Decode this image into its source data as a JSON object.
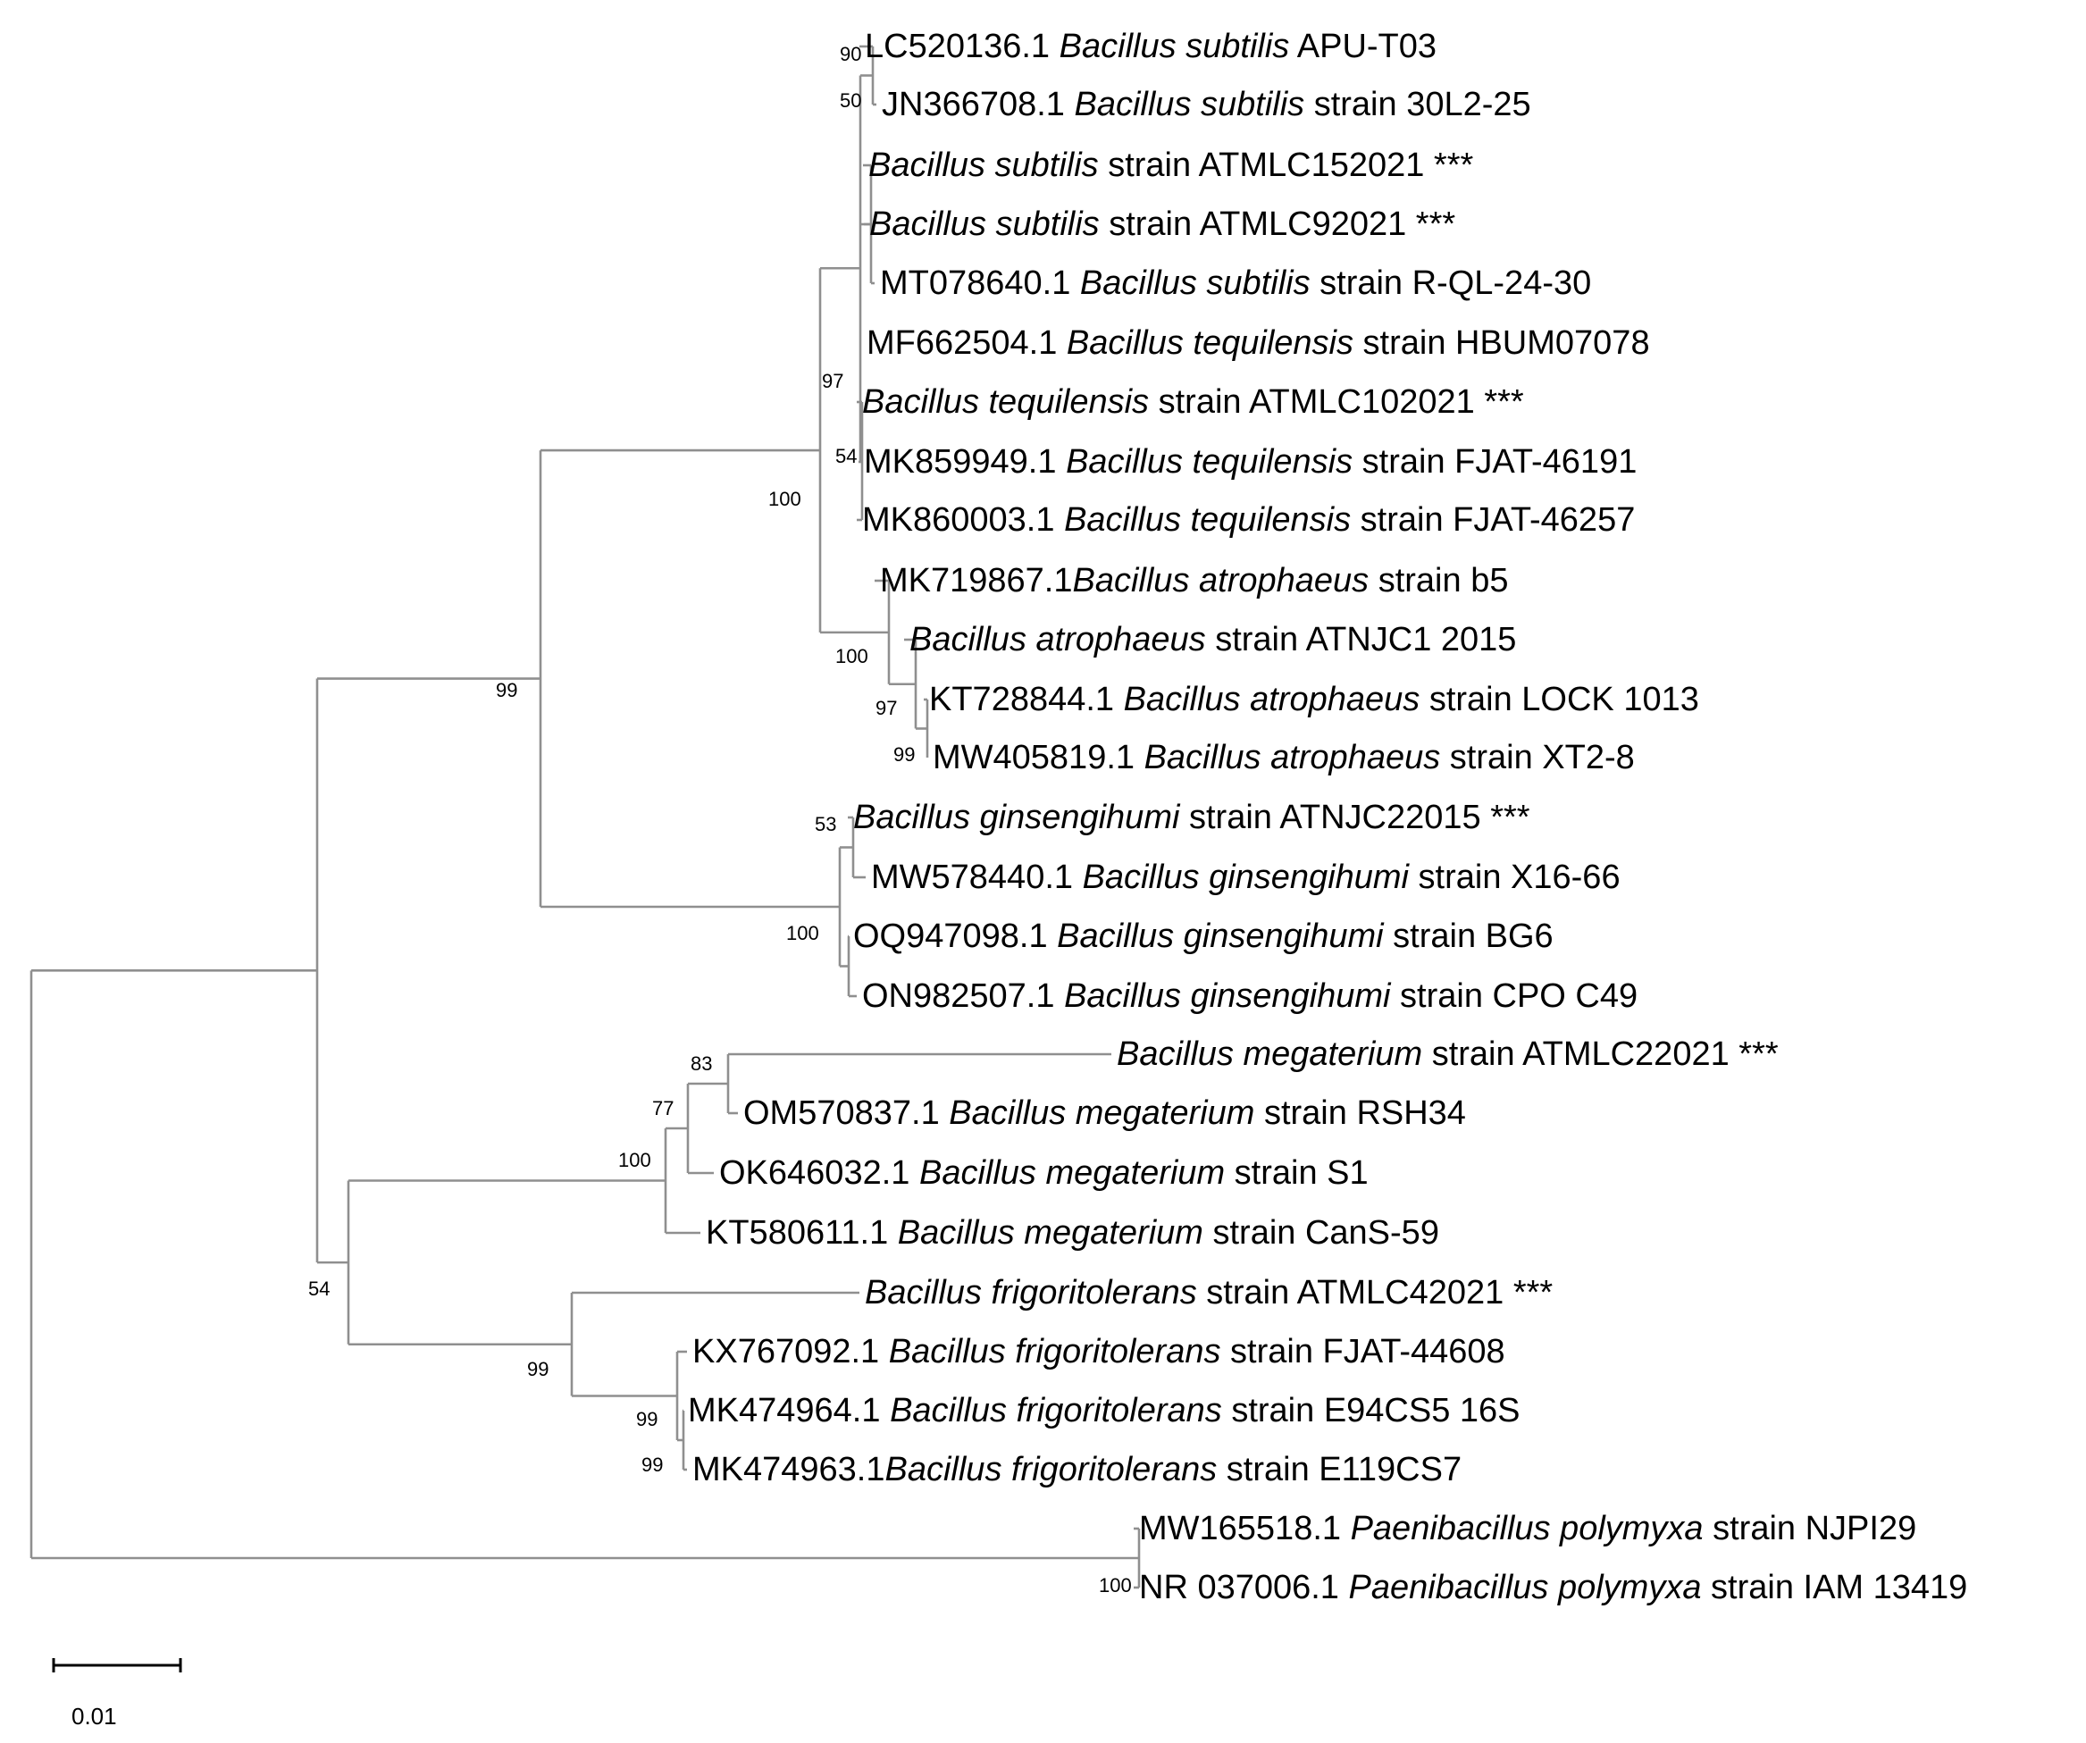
{
  "tree": {
    "leaves": [
      {
        "acc": "LC520136.1 ",
        "species": "Bacillus subtilis",
        "rest": " APU-T03"
      },
      {
        "acc": "JN366708.1 ",
        "species": "Bacillus subtilis",
        "rest": " strain 30L2-25"
      },
      {
        "acc": "",
        "species": "Bacillus subtilis",
        "rest": " strain ATMLC152021 ***"
      },
      {
        "acc": "",
        "species": "Bacillus subtilis",
        "rest": " strain ATMLC92021 ***"
      },
      {
        "acc": "MT078640.1 ",
        "species": "Bacillus subtilis",
        "rest": " strain R-QL-24-30"
      },
      {
        "acc": "MF662504.1 ",
        "species": "Bacillus tequilensis",
        "rest": " strain HBUM07078"
      },
      {
        "acc": "",
        "species": "Bacillus tequilensis",
        "rest": " strain ATMLC102021 ***"
      },
      {
        "acc": "MK859949.1 ",
        "species": "Bacillus tequilensis",
        "rest": " strain FJAT-46191"
      },
      {
        "acc": "MK860003.1 ",
        "species": "Bacillus tequilensis",
        "rest": " strain FJAT-46257"
      },
      {
        "acc": "MK719867.1",
        "species": "Bacillus atrophaeus",
        "rest": "  strain b5"
      },
      {
        "acc": "",
        "species": "Bacillus atrophaeus",
        "rest": " strain ATNJC1 2015"
      },
      {
        "acc": "KT728844.1 ",
        "species": "Bacillus atrophaeus",
        "rest": " strain LOCK 1013"
      },
      {
        "acc": "MW405819.1 ",
        "species": "Bacillus atrophaeus",
        "rest": " strain XT2-8"
      },
      {
        "acc": "",
        "species": "Bacillus ginsengihumi",
        "rest": " strain ATNJC22015 ***"
      },
      {
        "acc": "MW578440.1  ",
        "species": "Bacillus ginsengihumi",
        "rest": " strain X16-66"
      },
      {
        "acc": "OQ947098.1 ",
        "species": "Bacillus ginsengihumi",
        "rest": " strain BG6"
      },
      {
        "acc": "ON982507.1  ",
        "species": "Bacillus ginsengihumi",
        "rest": " strain CPO C49"
      },
      {
        "acc": "",
        "species": "Bacillus megaterium",
        "rest": " strain ATMLC22021 ***"
      },
      {
        "acc": "OM570837.1 ",
        "species": "Bacillus megaterium",
        "rest": "  strain RSH34"
      },
      {
        "acc": "OK646032.1 ",
        "species": "Bacillus megaterium",
        "rest": " strain S1"
      },
      {
        "acc": "KT580611.1 ",
        "species": "Bacillus megaterium",
        "rest": "  strain CanS-59"
      },
      {
        "acc": "",
        "species": "Bacillus frigoritolerans",
        "rest": " strain ATMLC42021 ***"
      },
      {
        "acc": "KX767092.1 ",
        "species": "Bacillus frigoritolerans",
        "rest": " strain FJAT-44608"
      },
      {
        "acc": "MK474964.1 ",
        "species": "Bacillus frigoritolerans",
        "rest": " strain E94CS5 16S"
      },
      {
        "acc": "MK474963.1",
        "species": "Bacillus frigoritolerans",
        "rest": " strain E119CS7"
      },
      {
        "acc": "MW165518.1 ",
        "species": "Paenibacillus polymyxa",
        "rest": " strain NJPI29"
      },
      {
        "acc": "NR 037006.1 ",
        "species": "Paenibacillus polymyxa",
        "rest": " strain IAM 13419"
      }
    ],
    "support_values": [
      "90",
      "50",
      "97",
      "54",
      "100",
      "100",
      "97",
      "99",
      "99",
      "53",
      "100",
      "83",
      "77",
      "100",
      "54",
      "99",
      "99",
      "99",
      "100"
    ],
    "scale_bar_label": "0.01"
  }
}
